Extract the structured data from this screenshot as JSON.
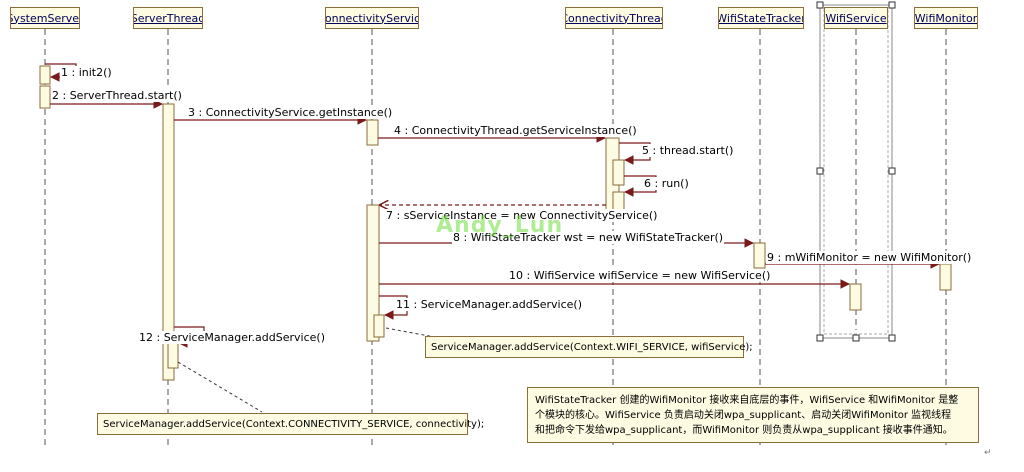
{
  "lifelines": [
    {
      "id": "ss",
      "label": "SystemServer"
    },
    {
      "id": "st",
      "label": "ServerThread"
    },
    {
      "id": "cs",
      "label": "ConnectivityService"
    },
    {
      "id": "ct",
      "label": "ConnectivityThread"
    },
    {
      "id": "wst",
      "label": "WifiStateTracker"
    },
    {
      "id": "ws",
      "label": "WifiService"
    },
    {
      "id": "wm",
      "label": "WifiMonitor"
    }
  ],
  "messages": [
    {
      "label": "1 : init2()"
    },
    {
      "label": "2 : ServerThread.start()"
    },
    {
      "label": "3 : ConnectivityService.getInstance()"
    },
    {
      "label": "4 : ConnectivityThread.getServiceInstance()"
    },
    {
      "label": "5 : thread.start()"
    },
    {
      "label": "6 : run()"
    },
    {
      "label": "7 : sServiceInstance = new ConnectivityService()"
    },
    {
      "label": "8 : WifiStateTracker wst = new WifiStateTracker()"
    },
    {
      "label": "9 : mWifiMonitor = new WifiMonitor()"
    },
    {
      "label": "10 : WifiService wifiService = new WifiService()"
    },
    {
      "label": "11 : ServiceManager.addService()"
    },
    {
      "label": "12 : ServiceManager.addService()"
    }
  ],
  "notes": {
    "add_wifi": "ServiceManager.addService(Context.WIFI_SERVICE, wifiService);",
    "add_connectivity": "ServiceManager.addService(Context.CONNECTIVITY_SERVICE, connectivity);",
    "summary": [
      "WifiStateTracker 创建的WifiMonitor 接收来自底层的事件，WifiService 和WifiMonitor 是整",
      "个模块的核心。WifiService 负责启动关闭wpa_supplicant、启动关闭WifiMonitor 监视线程",
      "和把命令下发给wpa_supplicant，而WifiMonitor 则负责从wpa_supplicant 接收事件通知。"
    ]
  },
  "watermark": "Andy_Lun",
  "corner_mark": "↵",
  "colors": {
    "box_fill": "#fdfbe1",
    "box_border": "#8a6e3c",
    "arrow": "#7a1a1a",
    "lifeline": "#555555",
    "label_text": "#00005a"
  }
}
